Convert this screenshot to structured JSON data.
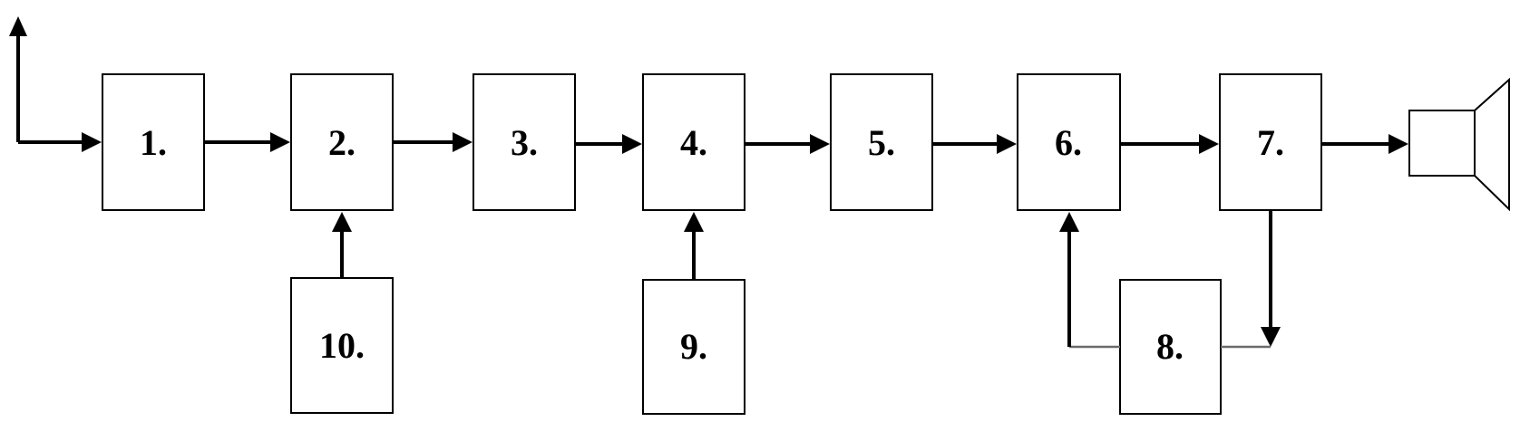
{
  "blocks": {
    "b1": {
      "label": "1."
    },
    "b2": {
      "label": "2."
    },
    "b3": {
      "label": "3."
    },
    "b4": {
      "label": "4."
    },
    "b5": {
      "label": "5."
    },
    "b6": {
      "label": "6."
    },
    "b7": {
      "label": "7."
    },
    "b8": {
      "label": "8."
    },
    "b9": {
      "label": "9."
    },
    "b10": {
      "label": "10."
    }
  },
  "output_device": "speaker-icon",
  "input_device": "antenna-icon",
  "colors": {
    "line": "#000000",
    "feedback_line": "#6b6b6b",
    "background": "#ffffff"
  }
}
